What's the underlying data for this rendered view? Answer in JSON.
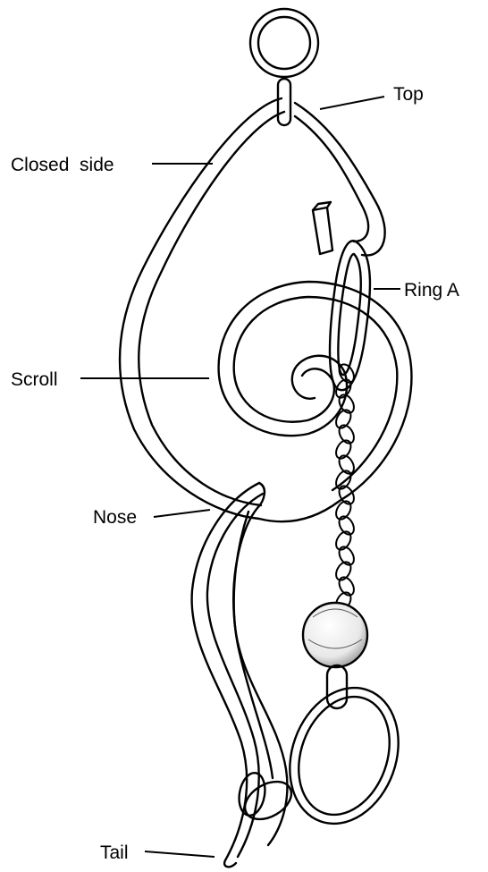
{
  "labels": {
    "top": "Top",
    "closed_side": "Closed  side",
    "ring_a": "Ring A",
    "scroll": "Scroll",
    "nose": "Nose",
    "tail": "Tail"
  },
  "colors": {
    "ink": "#000000",
    "paper": "#ffffff"
  }
}
